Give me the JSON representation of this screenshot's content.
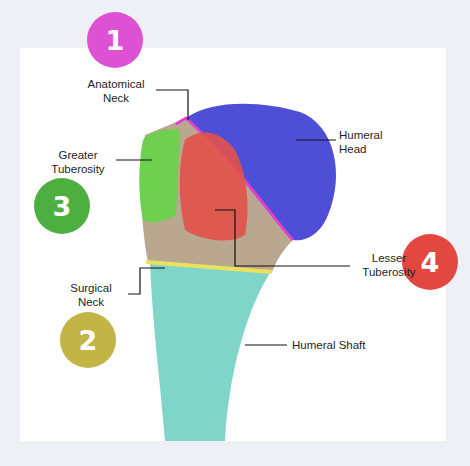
{
  "diagram": {
    "nodes": [
      {
        "text": [
          "1"
        ]
      },
      {
        "text": [
          "3"
        ]
      },
      {
        "text": [
          "4"
        ]
      },
      {
        "text": [
          "2"
        ]
      }
    ],
    "labels": [
      "Anatomical Neck",
      "Humeral Head",
      "Greater Tuberosity",
      "Lesser Tuberosity",
      "Surgical Neck",
      "Humeral Shaft"
    ]
  }
}
